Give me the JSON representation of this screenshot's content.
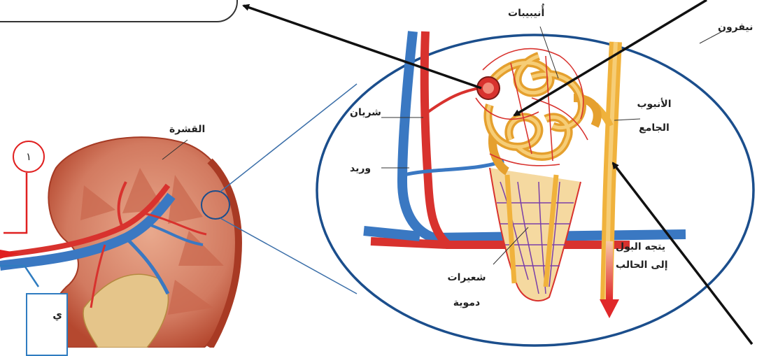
{
  "labels": {
    "tubules": "أُنيبيبات",
    "nephron": "نيفرون",
    "artery": "شريان",
    "vein": "وريد",
    "collecting_duct_line1": "الأنبوب",
    "collecting_duct_line2": "الجامع",
    "cortex": "القشرة",
    "capillaries_line1": "شعيرات",
    "capillaries_line2": "دموية",
    "urine_line1": "يتجه البول",
    "urine_line2": "إلى الحالب",
    "number_one": "١",
    "partial_box_text": "ي"
  },
  "colors": {
    "outline": "#1b4e8c",
    "artery": "#d8322e",
    "vein": "#3a78c2",
    "tubule": "#f0b23c",
    "kidney": "#c8553e",
    "red_marker": "#e02020",
    "blue_marker": "#2f7cc0"
  }
}
